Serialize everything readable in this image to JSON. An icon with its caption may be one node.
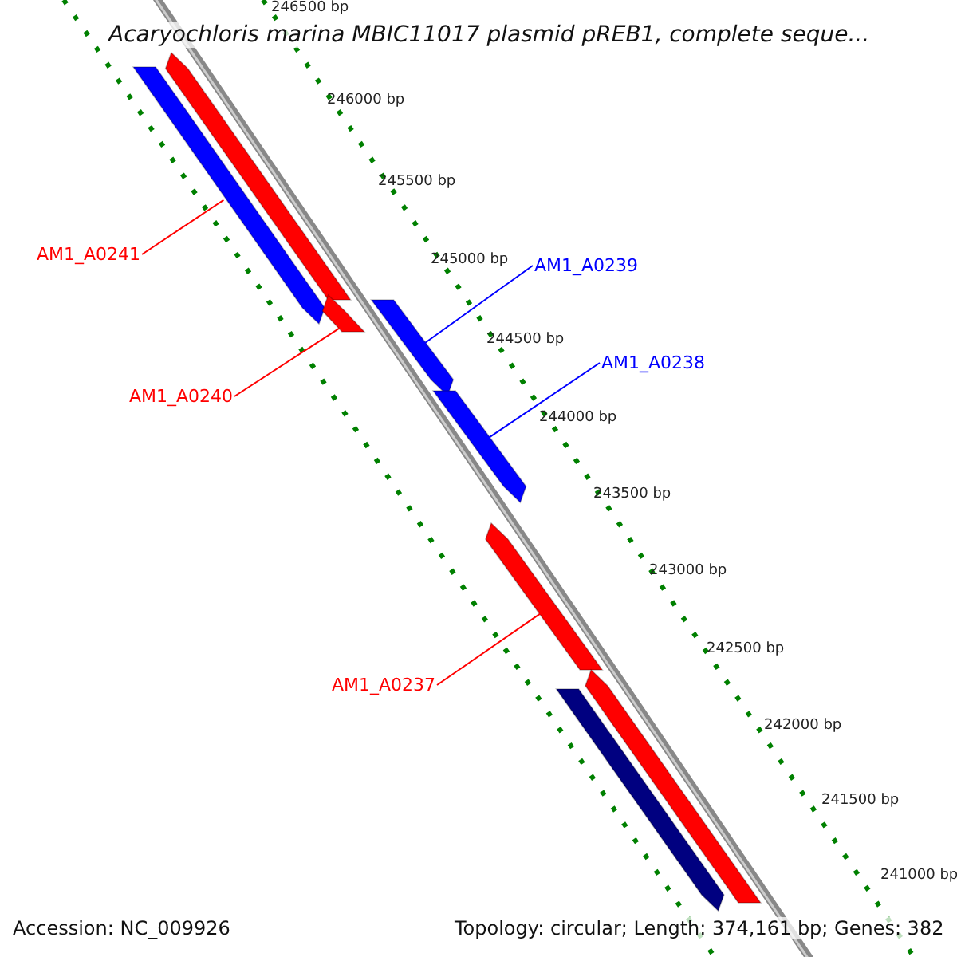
{
  "diagram": {
    "title": "Acaryochloris marina MBIC11017 plasmid pREB1, complete seque...",
    "nodes": [
      {
        "text": [],
        "shape": "bar"
      },
      {
        "text": [],
        "shape": "bar"
      },
      {
        "text": [
          "AM1_A0241"
        ]
      },
      {
        "text": [
          "AM1_A0239"
        ]
      },
      {
        "text": [],
        "shape": "bar"
      },
      {
        "text": [],
        "shape": "bar"
      },
      {
        "text": [
          "AM1_A0240"
        ]
      },
      {
        "text": [
          "AM1_A0238"
        ]
      },
      {
        "text": [],
        "shape": "bar"
      },
      {
        "text": [],
        "shape": "bar"
      },
      {
        "text": [
          "AM1_A0237"
        ]
      },
      {
        "text": [],
        "shape": "bar"
      },
      {
        "text": [],
        "shape": "bar"
      }
    ],
    "edges": [
      {
        "from": 2,
        "to": 1,
        "arrow": "none"
      },
      {
        "from": 6,
        "to": 4,
        "arrow": "none"
      },
      {
        "from": 3,
        "to": 5,
        "arrow": "none",
        "color": "#0000ff"
      },
      {
        "from": 7,
        "to": 8,
        "arrow": "none",
        "color": "#0000ff"
      },
      {
        "from": 10,
        "to": 9,
        "arrow": "none"
      }
    ],
    "labels": [
      "246500 bp",
      "246000 bp",
      "245500 bp",
      "245000 bp",
      "244500 bp",
      "244000 bp",
      "243500 bp",
      "243000 bp",
      "242500 bp",
      "242000 bp",
      "241500 bp",
      "241000 bp",
      "Accession: NC_009926",
      "Topology: circular; Length: 374,161 bp; Genes: 382"
    ]
  }
}
